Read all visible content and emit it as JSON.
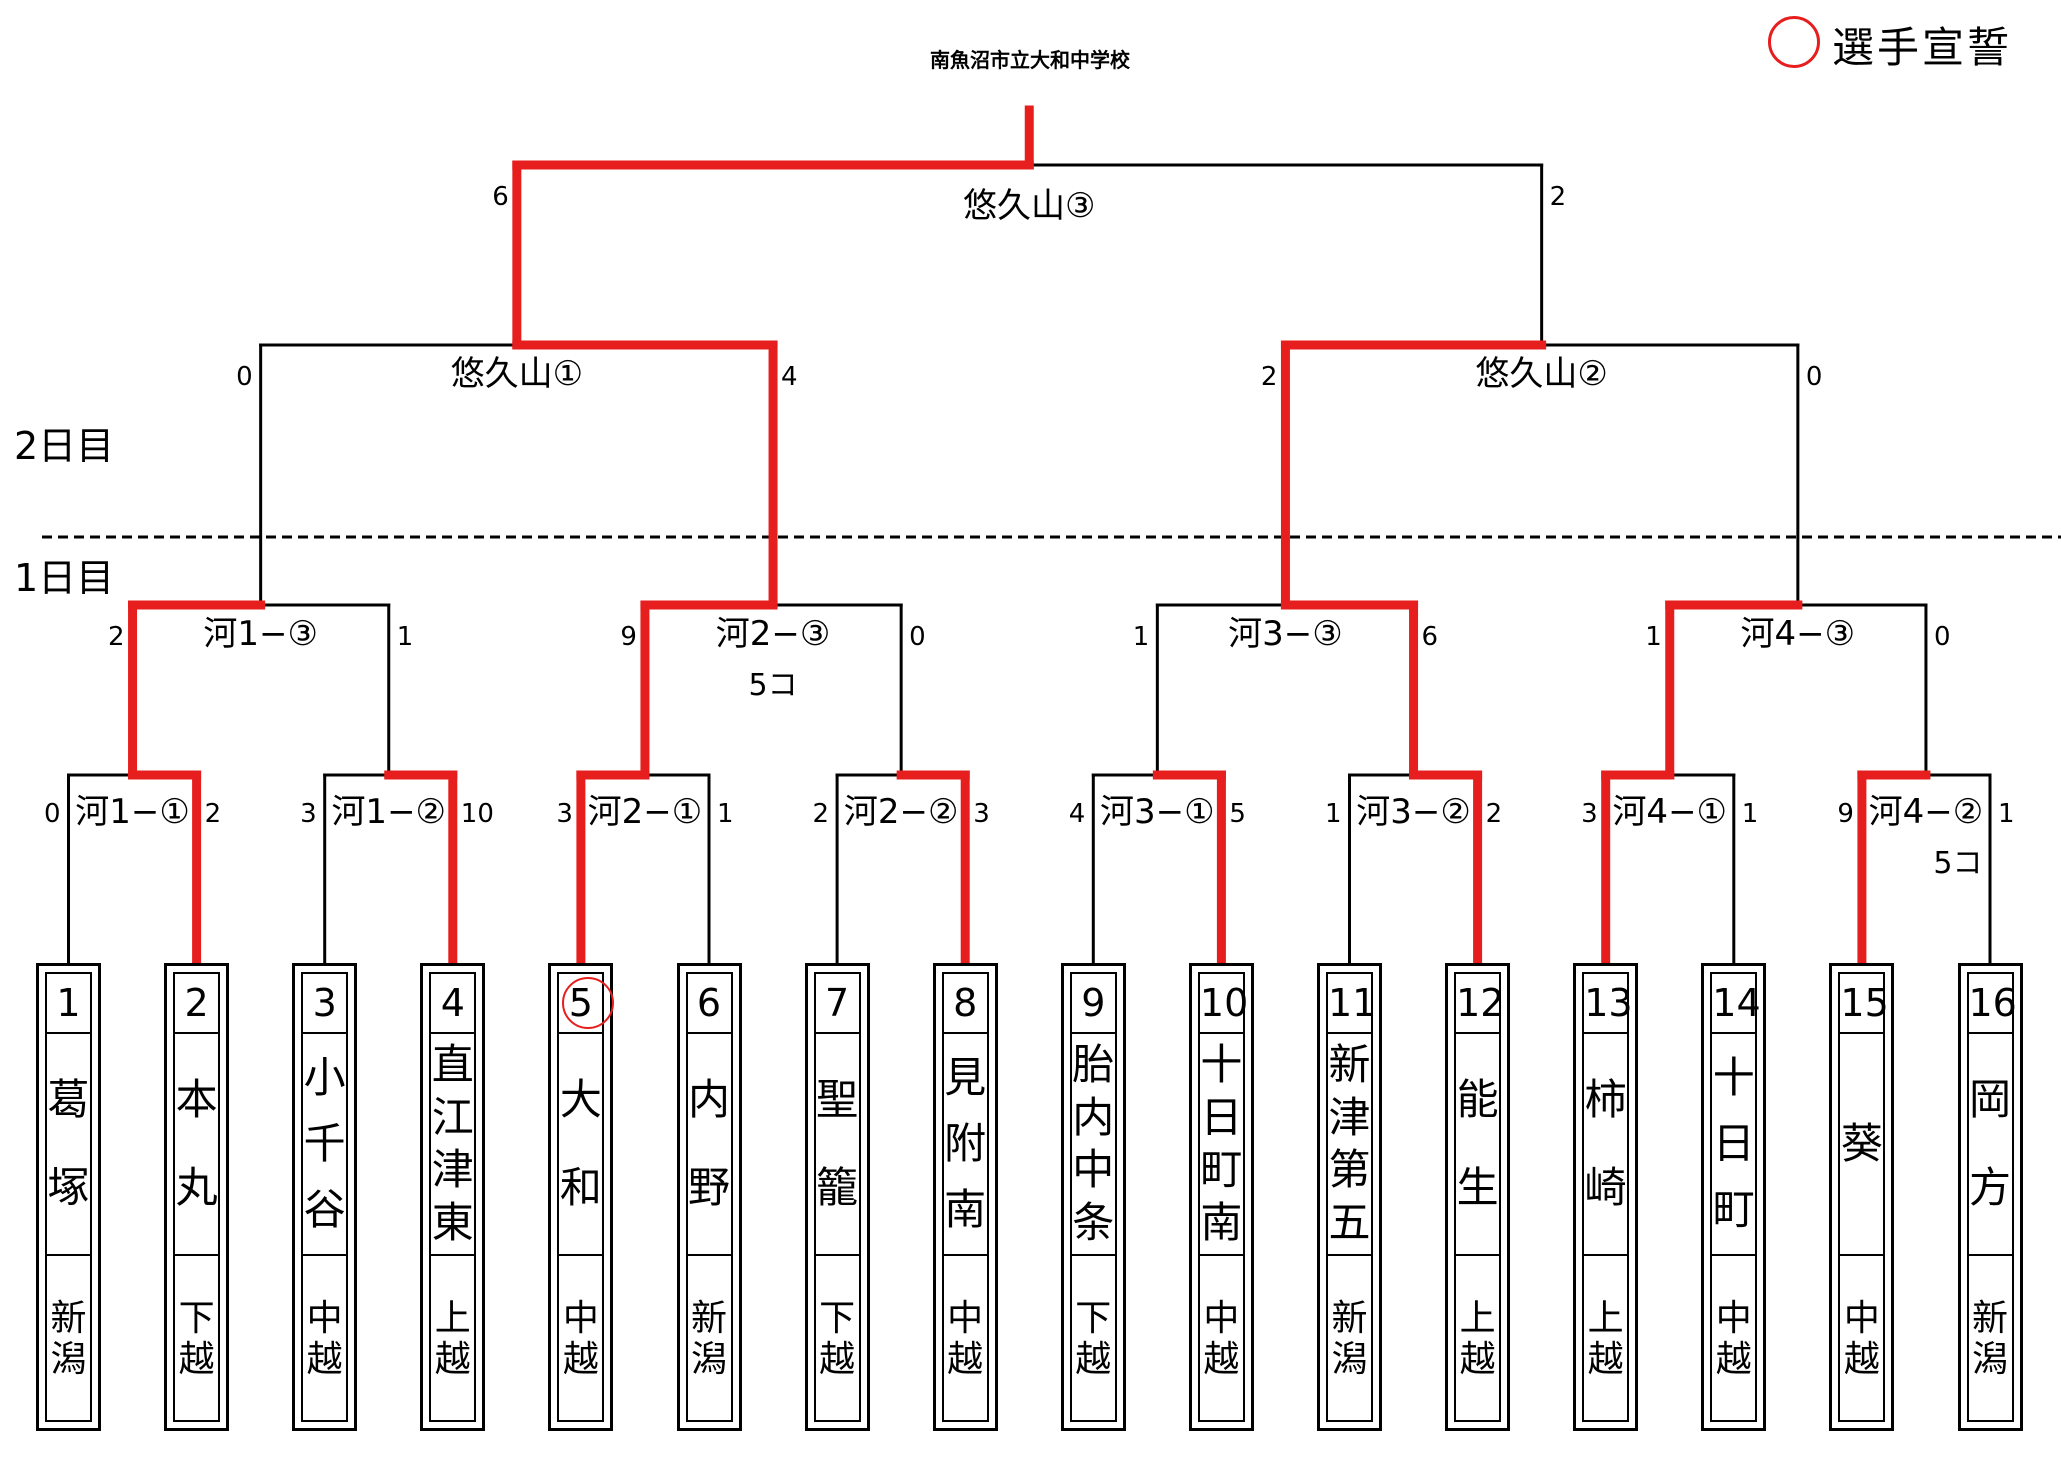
{
  "venue": "南魚沼市立大和中学校",
  "legend": {
    "label": "選手宣誓",
    "color": "#e61e1e"
  },
  "day_labels": {
    "day2": "2日目",
    "day1": "1日目"
  },
  "colors": {
    "winner_path": "#e61e1e",
    "line": "#000000"
  },
  "teams": [
    {
      "number": "1",
      "chars": [
        "葛",
        "塚"
      ],
      "region": [
        "新",
        "潟"
      ],
      "oath": false
    },
    {
      "number": "2",
      "chars": [
        "本",
        "丸"
      ],
      "region": [
        "下",
        "越"
      ],
      "oath": false
    },
    {
      "number": "3",
      "chars": [
        "小",
        "千",
        "谷"
      ],
      "region": [
        "中",
        "越"
      ],
      "oath": false
    },
    {
      "number": "4",
      "chars": [
        "直",
        "江",
        "津",
        "東"
      ],
      "region": [
        "上",
        "越"
      ],
      "oath": false
    },
    {
      "number": "5",
      "chars": [
        "大",
        "和"
      ],
      "region": [
        "中",
        "越"
      ],
      "oath": true
    },
    {
      "number": "6",
      "chars": [
        "内",
        "野"
      ],
      "region": [
        "新",
        "潟"
      ],
      "oath": false
    },
    {
      "number": "7",
      "chars": [
        "聖",
        "籠"
      ],
      "region": [
        "下",
        "越"
      ],
      "oath": false
    },
    {
      "number": "8",
      "chars": [
        "見",
        "附",
        "南"
      ],
      "region": [
        "中",
        "越"
      ],
      "oath": false
    },
    {
      "number": "9",
      "chars": [
        "胎",
        "内",
        "中",
        "条"
      ],
      "region": [
        "下",
        "越"
      ],
      "oath": false
    },
    {
      "number": "10",
      "chars": [
        "十",
        "日",
        "町",
        "南"
      ],
      "region": [
        "中",
        "越"
      ],
      "oath": false
    },
    {
      "number": "11",
      "chars": [
        "新",
        "津",
        "第",
        "五"
      ],
      "region": [
        "新",
        "潟"
      ],
      "oath": false
    },
    {
      "number": "12",
      "chars": [
        "能",
        "生"
      ],
      "region": [
        "上",
        "越"
      ],
      "oath": false
    },
    {
      "number": "13",
      "chars": [
        "柿",
        "崎"
      ],
      "region": [
        "上",
        "越"
      ],
      "oath": false
    },
    {
      "number": "14",
      "chars": [
        "十",
        "日",
        "町"
      ],
      "region": [
        "中",
        "越"
      ],
      "oath": false
    },
    {
      "number": "15",
      "chars": [
        "葵"
      ],
      "region": [
        "中",
        "越"
      ],
      "oath": false
    },
    {
      "number": "16",
      "chars": [
        "岡",
        "方"
      ],
      "region": [
        "新",
        "潟"
      ],
      "oath": false
    }
  ],
  "rounds": [
    [
      {
        "label": "河1−①",
        "scores": [
          "0",
          "2"
        ],
        "winner": 1,
        "note": ""
      },
      {
        "label": "河1−②",
        "scores": [
          "3",
          "10"
        ],
        "winner": 1,
        "note": ""
      },
      {
        "label": "河2−①",
        "scores": [
          "3",
          "1"
        ],
        "winner": 0,
        "note": ""
      },
      {
        "label": "河2−②",
        "scores": [
          "2",
          "3"
        ],
        "winner": 1,
        "note": ""
      },
      {
        "label": "河3−①",
        "scores": [
          "4",
          "5"
        ],
        "winner": 1,
        "note": ""
      },
      {
        "label": "河3−②",
        "scores": [
          "1",
          "2"
        ],
        "winner": 1,
        "note": ""
      },
      {
        "label": "河4−①",
        "scores": [
          "3",
          "1"
        ],
        "winner": 0,
        "note": ""
      },
      {
        "label": "河4−②",
        "scores": [
          "9",
          "1"
        ],
        "winner": 0,
        "note": "5コ"
      }
    ],
    [
      {
        "label": "河1−③",
        "scores": [
          "2",
          "1"
        ],
        "winner": 0,
        "note": ""
      },
      {
        "label": "河2−③",
        "scores": [
          "9",
          "0"
        ],
        "winner": 0,
        "note": "5コ"
      },
      {
        "label": "河3−③",
        "scores": [
          "1",
          "6"
        ],
        "winner": 1,
        "note": ""
      },
      {
        "label": "河4−③",
        "scores": [
          "1",
          "0"
        ],
        "winner": 0,
        "note": ""
      }
    ],
    [
      {
        "label": "悠久山①",
        "scores": [
          "0",
          "4"
        ],
        "winner": 1,
        "note": ""
      },
      {
        "label": "悠久山②",
        "scores": [
          "2",
          "0"
        ],
        "winner": 0,
        "note": ""
      }
    ],
    [
      {
        "label": "悠久山③",
        "scores": [
          "6",
          "2"
        ],
        "winner": 0,
        "note": ""
      }
    ]
  ]
}
